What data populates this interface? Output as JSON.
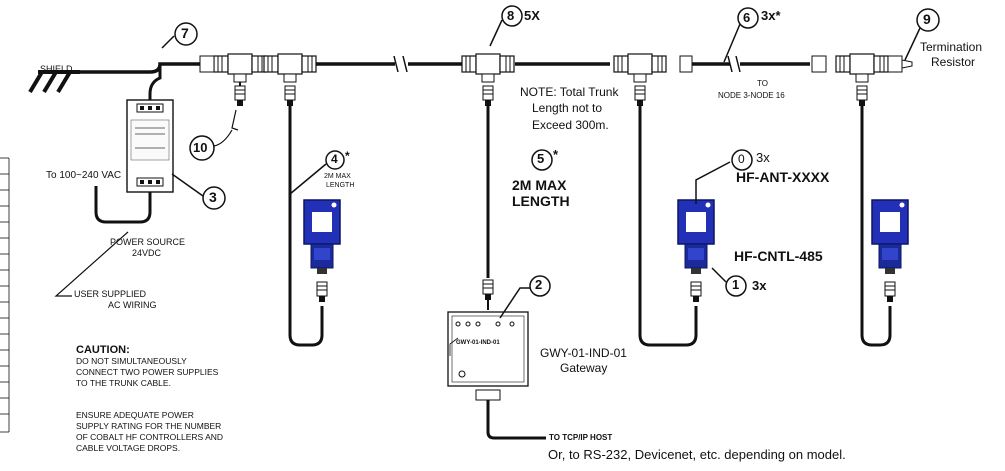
{
  "labels": {
    "shield": "SHIELD",
    "termination": "Termination",
    "resistor": "Resistor",
    "note_line1": "NOTE: Total Trunk",
    "note_line2": "Length not to",
    "note_line3": "Exceed 300m.",
    "to": "TO",
    "node_range": "NODE 3-NODE 16",
    "ac_in": "To 100~240 VAC",
    "power_line1": "POWER SOURCE",
    "power_line2": "24VDC",
    "user_line1": "USER SUPPLIED",
    "user_line2": "AC WIRING",
    "caution_title": "CAUTION:",
    "caution_1": "DO NOT SIMULTANEOUSLY",
    "caution_2": "CONNECT TWO POWER SUPPLIES",
    "caution_3": "TO THE TRUNK CABLE.",
    "ensure_1": "ENSURE ADEQUATE POWER",
    "ensure_2": "SUPPLY RATING FOR THE NUMBER",
    "ensure_3": "OF COBALT HF CONTROLLERS AND",
    "ensure_4": "CABLE VOLTAGE DROPS.",
    "drop_small_1": "2M MAX",
    "drop_small_2": "LENGTH",
    "drop_big_1": "2M MAX",
    "drop_big_2": "LENGTH",
    "antenna": "HF-ANT-XXXX",
    "controller": "HF-CNTL-485",
    "gateway_1": "GWY-01-IND-01",
    "gateway_2": "Gateway",
    "gateway_plate": "GWY-01-IND-01",
    "to_host": "TO TCP/IP HOST",
    "or_note": "Or, to RS-232, Devicenet, etc. depending on model."
  },
  "callouts": {
    "c7": "7",
    "c8": "8",
    "c8_qty": "5X",
    "c6": "6",
    "c6_qty": "3x*",
    "c9": "9",
    "c10": "10",
    "c3": "3",
    "c4": "4",
    "c4_star": "*",
    "c5": "5",
    "c5_star": "*",
    "c0": "0",
    "c0_qty": "3x",
    "c2": "2",
    "c1": "1",
    "c1_qty": "3x"
  },
  "colors": {
    "line": "#111111",
    "antenna_blue": "#2230b8",
    "antenna_dark": "#0d1460"
  }
}
